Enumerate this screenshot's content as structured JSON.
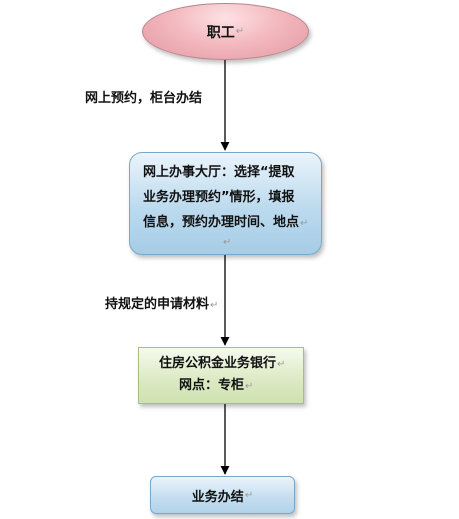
{
  "nodes": {
    "staff": "职工",
    "online_hall": {
      "line1": "网上办事大厅：选择“提取",
      "line2": "业务办理预约”情形，填报",
      "line3": "信息，预约办理时间、地点"
    },
    "bank_branch": {
      "line1": "住房公积金业务银行",
      "line2": "网点：专柜"
    },
    "complete": "业务办结"
  },
  "edges": {
    "staff_to_hall": "网上预约，柜台办结",
    "hall_to_bank": "持规定的申请材料"
  },
  "colors": {
    "start_fill": "#f3b9bf",
    "process_fill": "#bcdaee",
    "bank_fill": "#dbe9c3"
  }
}
